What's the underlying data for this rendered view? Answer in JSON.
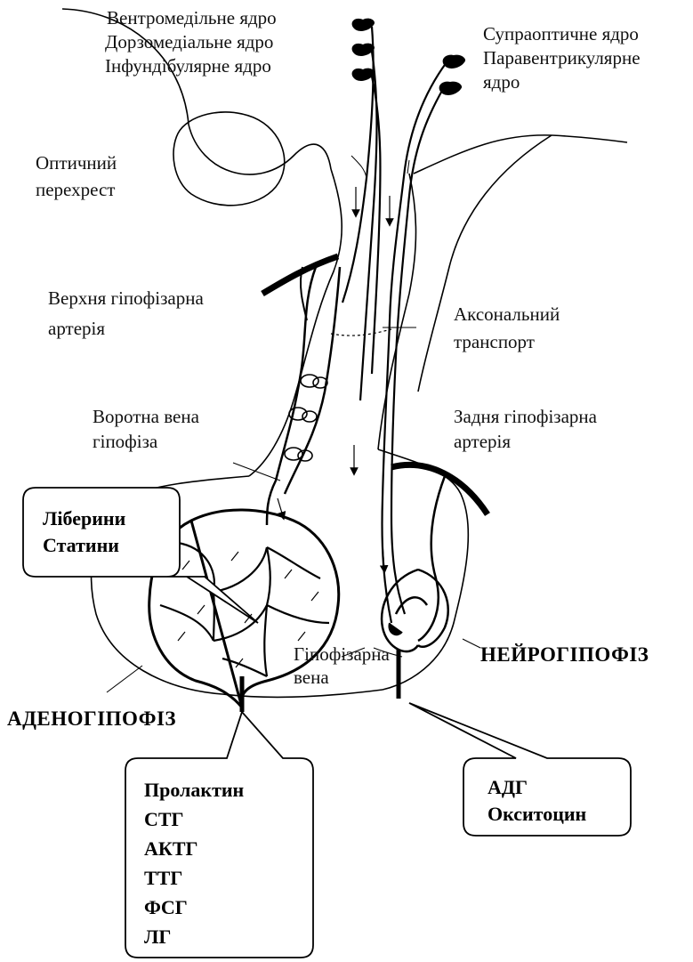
{
  "labels": {
    "ventromedial": "Вентромедільне ядро",
    "dorsomedial": "Дорзомедіальне ядро",
    "infundibular": "Інфундібулярне ядро",
    "supraoptic": "Супраоптичне ядро",
    "paraventricular_1": "Паравентрикулярне",
    "paraventricular_2": "ядро",
    "optic_chiasm_1": "Оптичний",
    "optic_chiasm_2": "перехрест",
    "sup_artery_1": "Верхня гіпофізарна",
    "sup_artery_2": "артерія",
    "axonal_1": "Аксональний",
    "axonal_2": "транспорт",
    "portal_vein_1": "Воротна вена",
    "portal_vein_2": "гіпофіза",
    "post_artery_1": "Задня гіпофізарна",
    "post_artery_2": "артерія",
    "hypo_vein_1": "Гіпофізарна",
    "hypo_vein_2": "вена",
    "neurohypophysis": "НЕЙРОГІПОФІЗ",
    "adenohypophysis": "АДЕНОГІПОФІЗ"
  },
  "callouts": {
    "releasing": [
      "Ліберини",
      "Статини"
    ],
    "adeno_hormones": [
      "Пролактин",
      "СТГ",
      "АКТГ",
      "ТТГ",
      "ФСГ",
      "ЛГ"
    ],
    "neuro_hormones": [
      "АДГ",
      "Окситоцин"
    ]
  }
}
